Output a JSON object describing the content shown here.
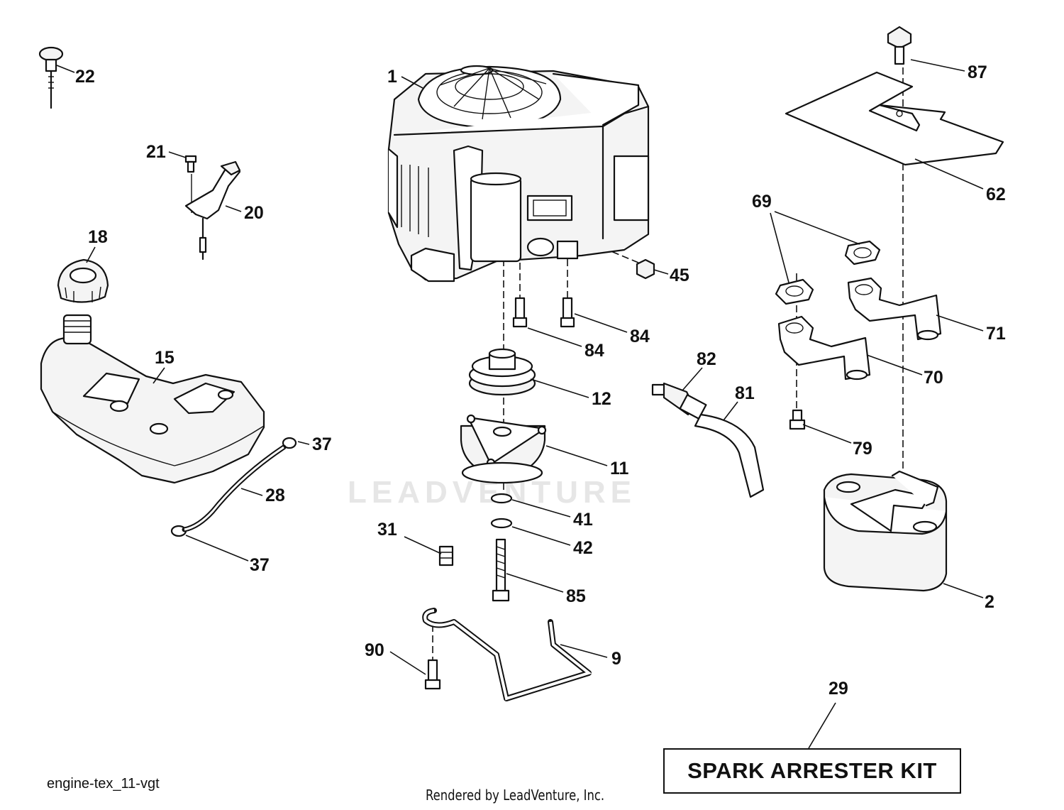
{
  "diagram": {
    "id_label": "engine-tex_11-vgt",
    "credit": "Rendered by LeadVenture, Inc.",
    "watermark": "LEADVENTURE",
    "kit_label": "SPARK ARRESTER KIT"
  },
  "callouts": [
    {
      "num": "1",
      "part": "engine"
    },
    {
      "num": "2",
      "part": "muffler"
    },
    {
      "num": "9",
      "part": "rod"
    },
    {
      "num": "11",
      "part": "clutch"
    },
    {
      "num": "12",
      "part": "pulley"
    },
    {
      "num": "15",
      "part": "fuel-tank"
    },
    {
      "num": "18",
      "part": "fuel-cap"
    },
    {
      "num": "20",
      "part": "bracket"
    },
    {
      "num": "21",
      "part": "bolt"
    },
    {
      "num": "22",
      "part": "knob"
    },
    {
      "num": "28",
      "part": "fuel-line"
    },
    {
      "num": "29",
      "part": "spark-arrester-kit"
    },
    {
      "num": "31",
      "part": "fitting"
    },
    {
      "num": "37",
      "part": "clamp-top"
    },
    {
      "num": "37",
      "part": "clamp-bottom"
    },
    {
      "num": "41",
      "part": "washer"
    },
    {
      "num": "42",
      "part": "washer"
    },
    {
      "num": "45",
      "part": "nut"
    },
    {
      "num": "62",
      "part": "heat-shield"
    },
    {
      "num": "69",
      "part": "gaskets"
    },
    {
      "num": "70",
      "part": "exhaust-pipe-left"
    },
    {
      "num": "71",
      "part": "exhaust-pipe-right"
    },
    {
      "num": "79",
      "part": "bolt"
    },
    {
      "num": "81",
      "part": "hose"
    },
    {
      "num": "82",
      "part": "fitting"
    },
    {
      "num": "84",
      "part": "bolt-left"
    },
    {
      "num": "84",
      "part": "bolt-right"
    },
    {
      "num": "85",
      "part": "clutch-bolt"
    },
    {
      "num": "87",
      "part": "screw"
    },
    {
      "num": "90",
      "part": "bolt"
    }
  ]
}
